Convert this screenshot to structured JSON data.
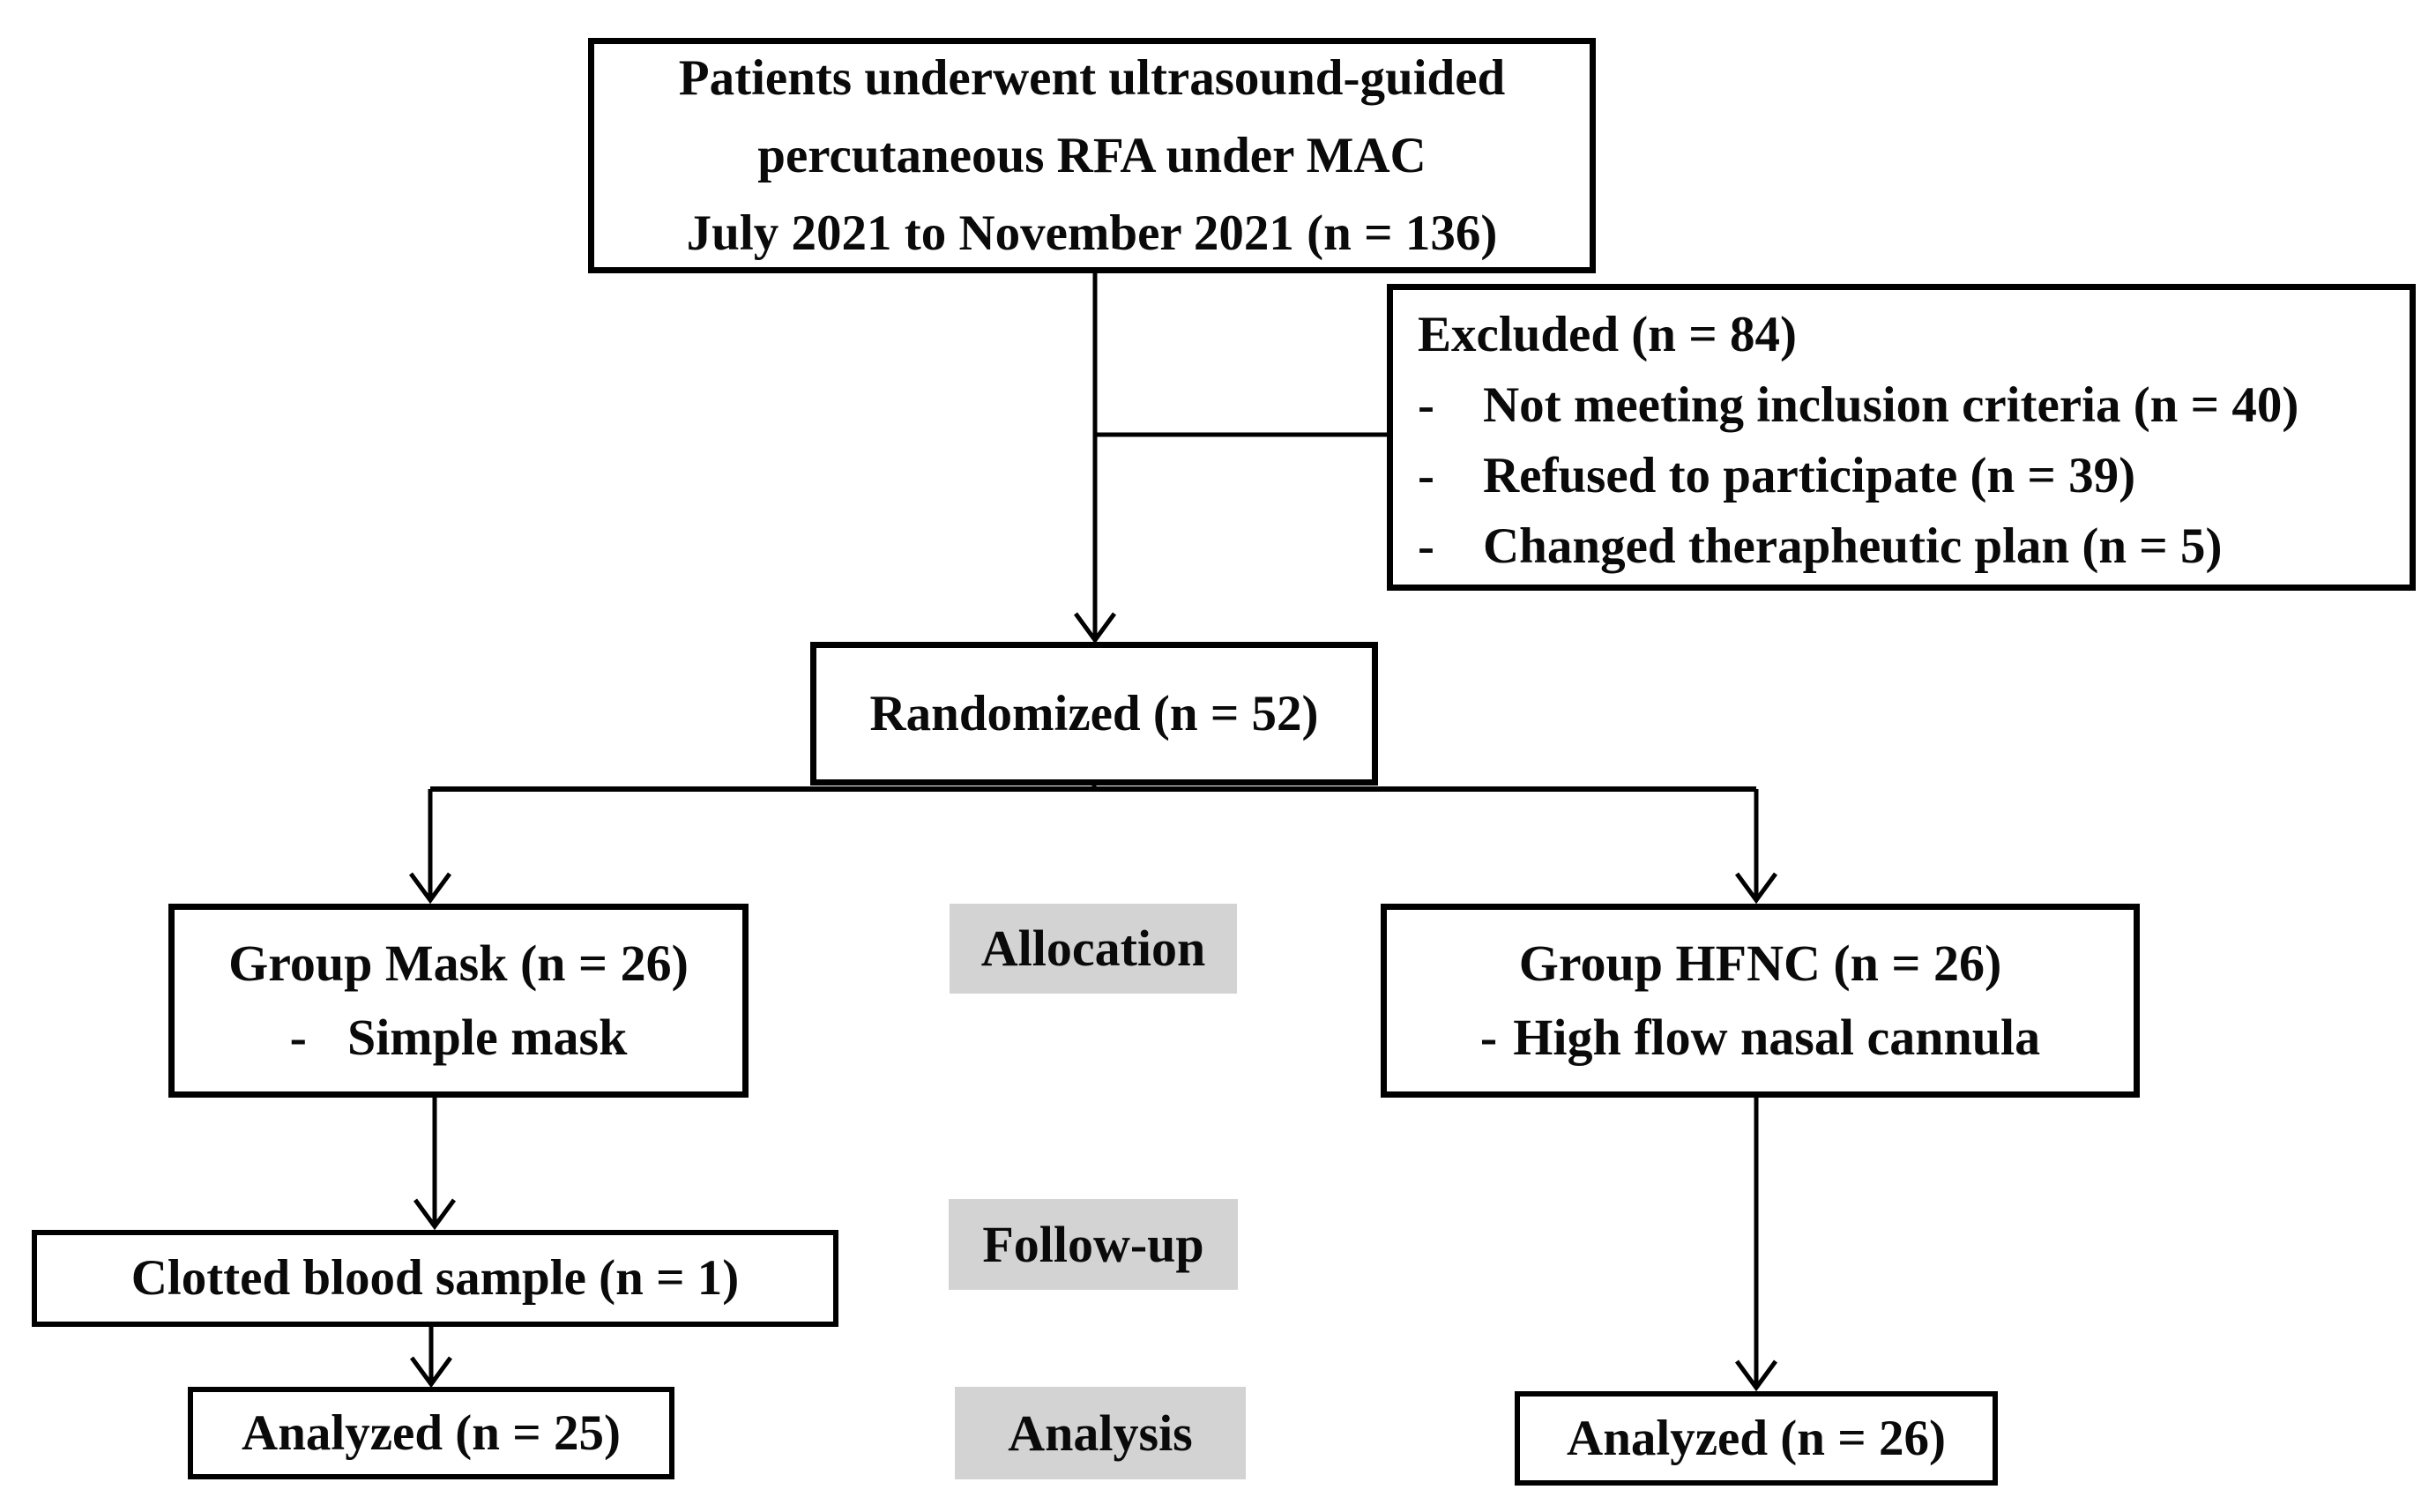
{
  "diagram": {
    "background_color": "#ffffff",
    "line_color": "#000000",
    "stage_label_bg": "#d3d3d3",
    "nodes": {
      "enrollment": {
        "line1": "Patients underwent ultrasound-guided",
        "line2": "percutaneous RFA under MAC",
        "line3": "July 2021 to November 2021 (n = 136)"
      },
      "excluded": {
        "title": "Excluded (n = 84)",
        "marker": "-",
        "items": [
          "Not meeting inclusion criteria (n = 40)",
          "Refused to participate (n = 39)",
          "Changed therapheutic plan (n = 5)"
        ]
      },
      "randomized": {
        "label": "Randomized (n = 52)"
      },
      "group_mask": {
        "title": "Group Mask (n = 26)",
        "marker": "-",
        "item": "Simple mask"
      },
      "group_hfnc": {
        "title": "Group HFNC (n = 26)",
        "marker": "-",
        "item": "High flow nasal cannula"
      },
      "clotted": {
        "label": "Clotted blood sample (n = 1)"
      },
      "analyzed_mask": {
        "label": "Analyzed (n = 25)"
      },
      "analyzed_hfnc": {
        "label": "Analyzed (n = 26)"
      }
    },
    "stage_labels": {
      "allocation": "Allocation",
      "follow_up": "Follow-up",
      "analysis": "Analysis"
    }
  }
}
